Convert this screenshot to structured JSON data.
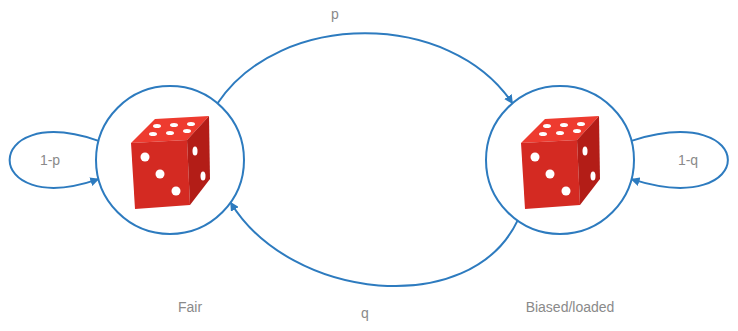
{
  "diagram": {
    "nodes": [
      {
        "text": [
          "Fair"
        ]
      },
      {
        "text": [
          "Biased/loaded"
        ]
      }
    ],
    "edges": [
      {
        "from": 0,
        "to": 1,
        "label": "p",
        "arrow": "to"
      },
      {
        "from": 1,
        "to": 0,
        "label": "q",
        "arrow": "to"
      },
      {
        "from": 0,
        "to": 0,
        "label": "1-p",
        "arrow": "to"
      },
      {
        "from": 1,
        "to": 1,
        "label": "1-q",
        "arrow": "to"
      }
    ]
  }
}
